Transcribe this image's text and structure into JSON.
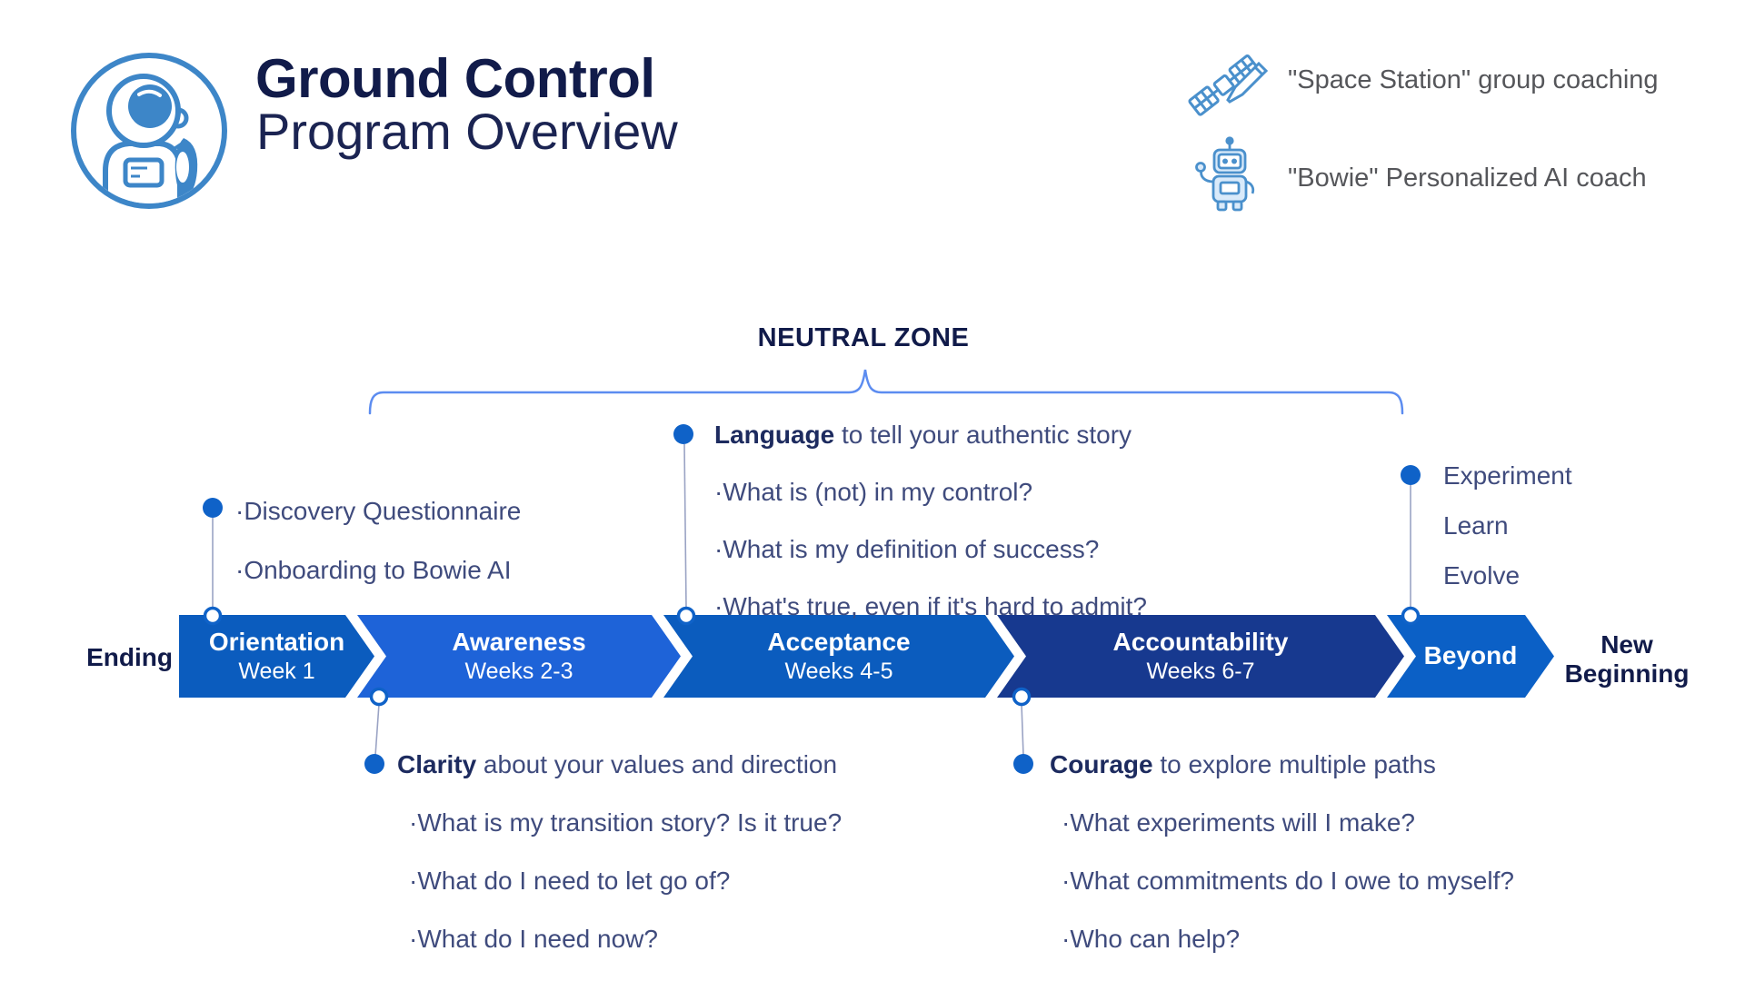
{
  "header": {
    "title_line1": "Ground Control",
    "title_line2": "Program Overview",
    "legend": [
      {
        "icon": "satellite-icon",
        "label": "\"Space Station\" group coaching"
      },
      {
        "icon": "robot-icon",
        "label": "\"Bowie\" Personalized AI coach"
      }
    ]
  },
  "neutral_zone": {
    "label": "NEUTRAL ZONE"
  },
  "timeline": {
    "start_label": "Ending",
    "end_label_line1": "New",
    "end_label_line2": "Beginning",
    "phases": [
      {
        "name": "Orientation",
        "weeks": "Week 1",
        "color": "#0b5cbe"
      },
      {
        "name": "Awareness",
        "weeks": "Weeks 2-3",
        "color": "#1e63d8"
      },
      {
        "name": "Acceptance",
        "weeks": "Weeks 4-5",
        "color": "#0b5cbe"
      },
      {
        "name": "Accountability",
        "weeks": "Weeks 6-7",
        "color": "#17398f"
      },
      {
        "name": "Beyond",
        "weeks": "",
        "color": "#0b60c6"
      }
    ]
  },
  "callouts": {
    "orientation_top": {
      "items": [
        "·Discovery Questionnaire",
        "·Onboarding to Bowie AI"
      ]
    },
    "acceptance_top": {
      "keyword": "Language",
      "rest": " to tell your authentic story",
      "items": [
        "·What is (not) in my control?",
        "·What is my definition of success?",
        "·What's true, even if it's hard to admit?"
      ]
    },
    "beyond_top": {
      "items": [
        "Experiment",
        "Learn",
        "Evolve"
      ]
    },
    "awareness_bottom": {
      "keyword": "Clarity",
      "rest": " about your values and direction",
      "items": [
        "·What is my transition story? Is it true?",
        "·What do I need to let go of?",
        "·What do I need now?"
      ]
    },
    "accountability_bottom": {
      "keyword": "Courage",
      "rest": " to explore multiple paths",
      "items": [
        "·What experiments will I make?",
        "·What commitments do I owe to myself?",
        "·Who can help?"
      ]
    }
  },
  "colors": {
    "accent_dot": "#0f62c8",
    "bracket": "#5c8cf0",
    "connector": "#9aa3c4",
    "navy": "#111b4a",
    "body_text": "#3f4b7d",
    "legend_text": "#55565a",
    "logo_blue": "#3d86c8"
  }
}
